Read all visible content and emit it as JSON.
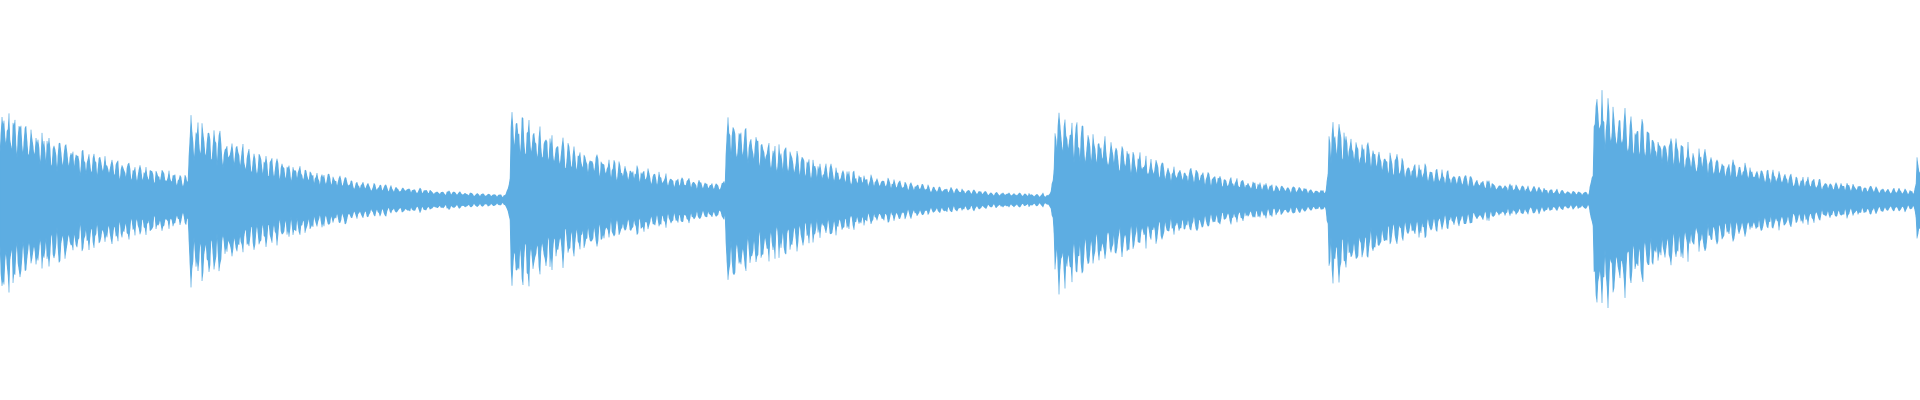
{
  "waveform": {
    "color": "#5dade2",
    "background": "#ffffff",
    "normalized_peak_amplitude": 0.48,
    "duration_fraction_visible": 1.0,
    "transients": [
      {
        "position": 0.0,
        "peak": 0.42,
        "decay": 0.075,
        "tail": 0.045
      },
      {
        "position": 0.098,
        "peak": 0.4,
        "decay": 0.06,
        "tail": 0.05
      },
      {
        "position": 0.266,
        "peak": 0.42,
        "decay": 0.065,
        "tail": 0.05
      },
      {
        "position": 0.378,
        "peak": 0.4,
        "decay": 0.06,
        "tail": 0.05
      },
      {
        "position": 0.549,
        "peak": 0.42,
        "decay": 0.065,
        "tail": 0.05
      },
      {
        "position": 0.692,
        "peak": 0.37,
        "decay": 0.06,
        "tail": 0.05
      },
      {
        "position": 0.83,
        "peak": 0.51,
        "decay": 0.07,
        "tail": 0.05
      },
      {
        "position": 0.998,
        "peak": 0.26,
        "decay": 0.01,
        "tail": 0.04
      }
    ]
  }
}
